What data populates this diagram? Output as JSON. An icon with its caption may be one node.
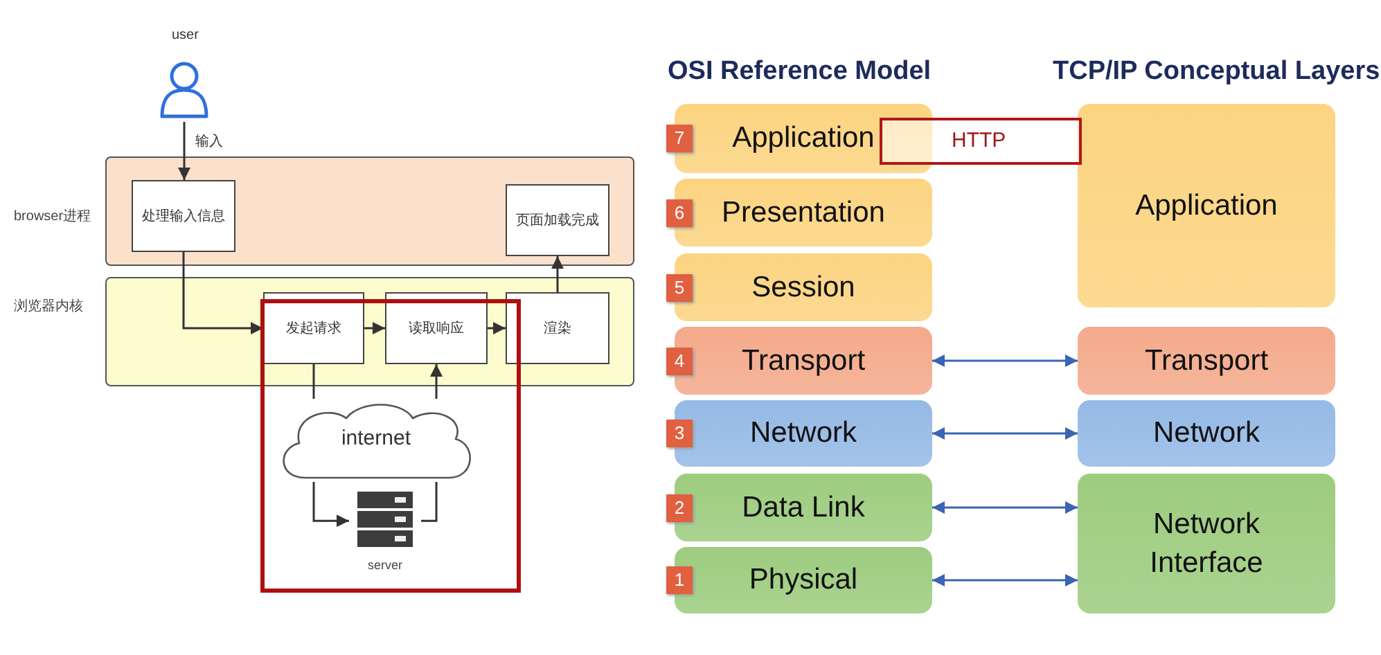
{
  "diagram": {
    "nodes": [
      {
        "text": [
          "user"
        ]
      },
      {
        "text": [
          "browser进程"
        ]
      },
      {
        "text": [
          "处理输入信息"
        ],
        "in": 1
      },
      {
        "text": [
          "页面加载完成"
        ],
        "in": 1
      },
      {
        "text": [
          "浏览器内核"
        ]
      },
      {
        "text": [
          "发起请求"
        ],
        "in": 4
      },
      {
        "text": [
          "读取响应"
        ],
        "in": 4
      },
      {
        "text": [
          "渲染"
        ],
        "in": 4
      },
      {
        "text": [
          "internet"
        ]
      },
      {
        "text": [
          "server"
        ]
      },
      {
        "text": [
          "7",
          "Application"
        ]
      },
      {
        "text": [
          "6",
          "Presentation"
        ]
      },
      {
        "text": [
          "5",
          "Session"
        ]
      },
      {
        "text": [
          "4",
          "Transport"
        ]
      },
      {
        "text": [
          "3",
          "Network"
        ]
      },
      {
        "text": [
          "2",
          "Data Link"
        ]
      },
      {
        "text": [
          "1",
          "Physical"
        ]
      },
      {
        "text": [
          "HTTP"
        ]
      },
      {
        "text": [
          "Application"
        ]
      },
      {
        "text": [
          "Transport"
        ]
      },
      {
        "text": [
          "Network"
        ]
      },
      {
        "text": [
          "Network Interface"
        ]
      }
    ],
    "edges": [
      {
        "from": 0,
        "to": 2,
        "arrow": "to",
        "label": "输入"
      },
      {
        "from": 2,
        "to": 5,
        "arrow": "to"
      },
      {
        "from": 5,
        "to": 6,
        "arrow": "to"
      },
      {
        "from": 6,
        "to": 7,
        "arrow": "to"
      },
      {
        "from": 7,
        "to": 3,
        "arrow": "to"
      },
      {
        "from": 5,
        "to": 8,
        "arrow": "none"
      },
      {
        "from": 8,
        "to": 9,
        "arrow": "to"
      },
      {
        "from": 9,
        "to": 8,
        "arrow": "none"
      },
      {
        "from": 8,
        "to": 6,
        "arrow": "to"
      },
      {
        "from": 13,
        "to": 19,
        "arrow": "both",
        "color": "#3a64b4"
      },
      {
        "from": 14,
        "to": 20,
        "arrow": "both",
        "color": "#3a64b4"
      },
      {
        "from": 15,
        "to": 21,
        "arrow": "both",
        "color": "#3a64b4"
      },
      {
        "from": 16,
        "to": 21,
        "arrow": "both",
        "color": "#3a64b4"
      }
    ],
    "labels": [
      "OSI Reference Model",
      "TCP/IP Conceptual Layers"
    ]
  }
}
